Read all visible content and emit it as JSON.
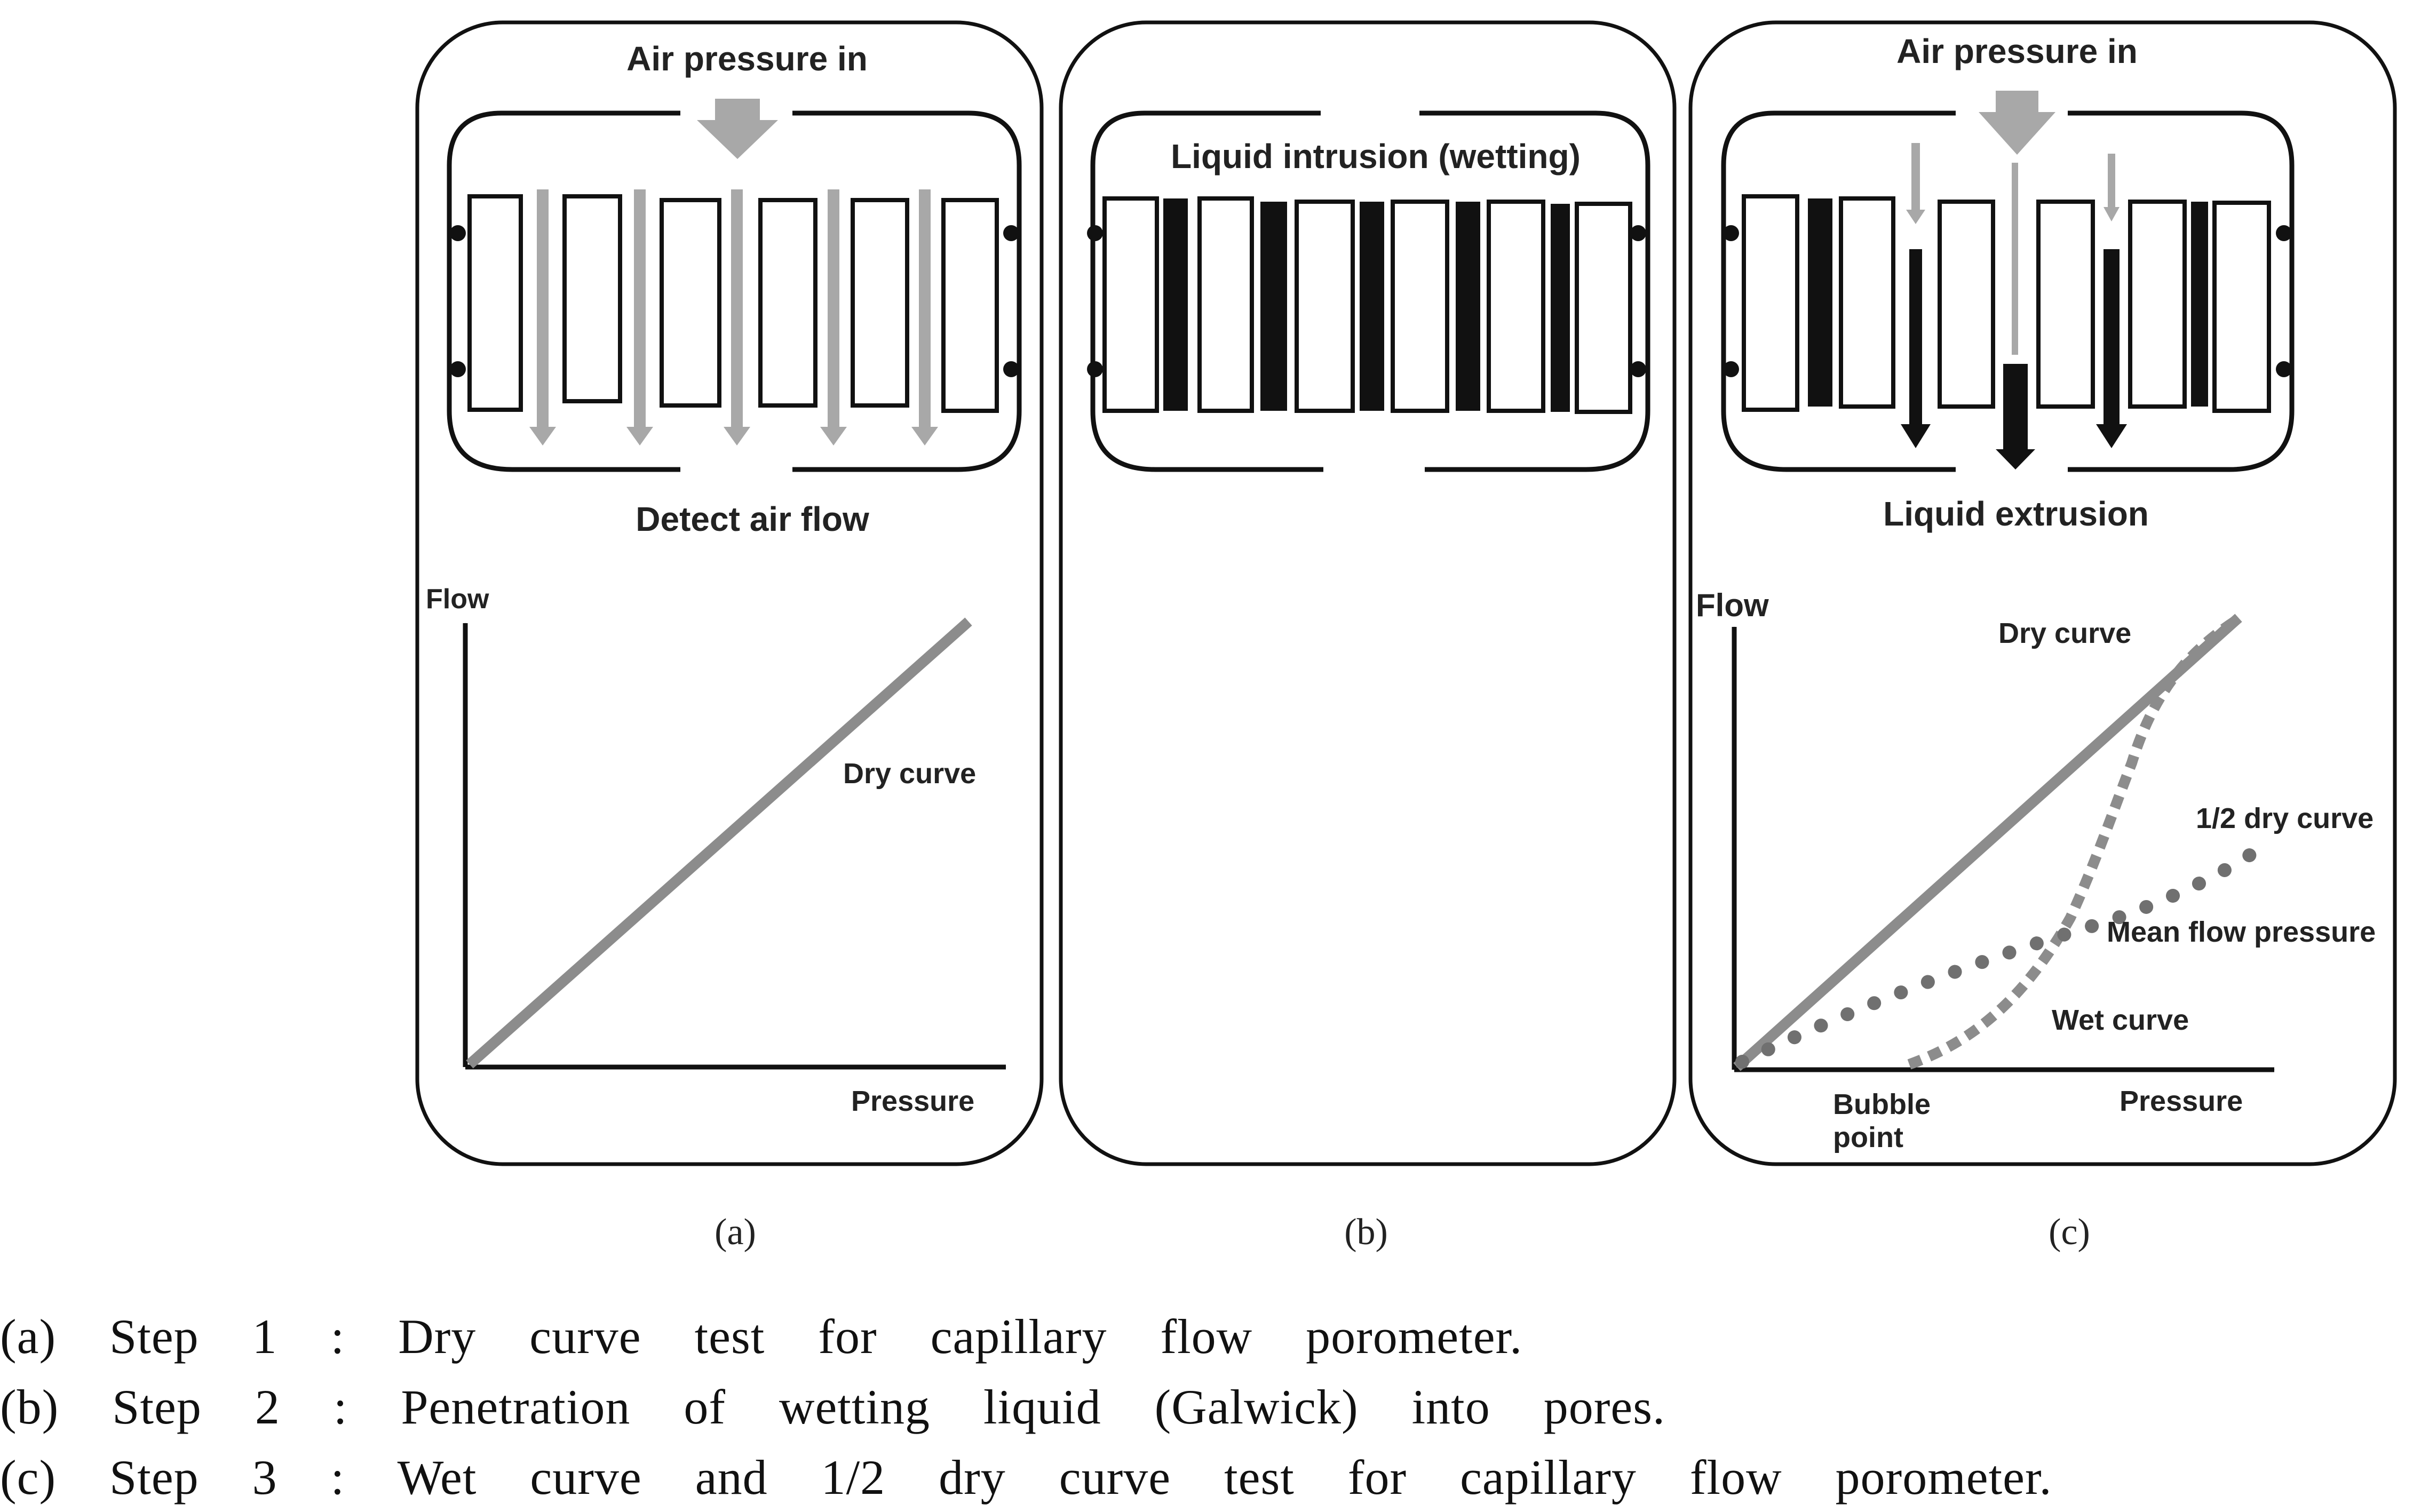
{
  "panels": {
    "a": {
      "label": "(a)",
      "top_label": "Air pressure in",
      "bottom_label": "Detect air flow",
      "y_axis": "Flow",
      "x_axis": "Pressure",
      "curve_label": "Dry curve"
    },
    "b": {
      "label": "(b)",
      "top_label": "Liquid intrusion (wetting)"
    },
    "c": {
      "label": "(c)",
      "top_label": "Air pressure in",
      "bottom_label": "Liquid extrusion",
      "y_axis": "Flow",
      "x_axis": "Pressure",
      "dry_label": "Dry curve",
      "half_dry_label": "1/2 dry curve",
      "mean_flow_label": "Mean flow pressure",
      "wet_label": "Wet curve",
      "bubble_label_1": "Bubble",
      "bubble_label_2": "point"
    }
  },
  "captions": [
    "(a)  Step  1  :  Dry  curve  test  for  capillary  flow  porometer.",
    "(b)  Step  2  :  Penetration  of  wetting  liquid  (Galwick)  into  pores.",
    "(c)  Step  3  :  Wet  curve  and  1/2  dry  curve  test  for  capillary  flow  porometer."
  ],
  "colors": {
    "outline": "#111111",
    "flow_arrow": "#a8a8a8",
    "dry_curve": "#8c8c8c",
    "wet_curve": "#8c8c8c",
    "half_dry_curve": "#707070",
    "liquid": "#111111"
  }
}
